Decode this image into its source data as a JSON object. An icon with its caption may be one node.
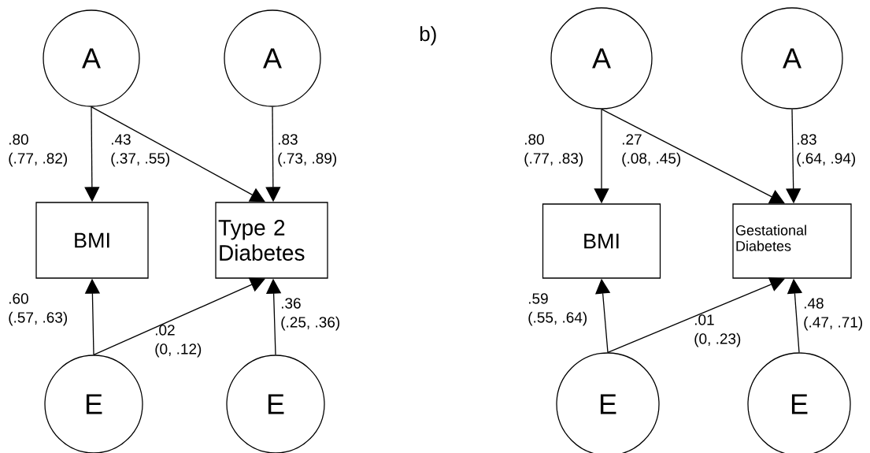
{
  "diagram": {
    "nodes": [
      {
        "text": [
          "A"
        ]
      },
      {
        "text": [
          "A"
        ]
      },
      {
        "text": [
          "BMI"
        ]
      },
      {
        "text": [
          "Type 2 Diabetes"
        ]
      },
      {
        "text": [
          "E"
        ]
      },
      {
        "text": [
          "E"
        ]
      },
      {
        "text": [
          "A"
        ]
      },
      {
        "text": [
          "A"
        ]
      },
      {
        "text": [
          "BMI"
        ]
      },
      {
        "text": [
          "Gestational Diabetes"
        ]
      },
      {
        "text": [
          "E"
        ]
      },
      {
        "text": [
          "E"
        ]
      }
    ],
    "edges": [
      {
        "from": 0,
        "to": 2,
        "arrow": "to",
        "label": ".80 (.77, .82)"
      },
      {
        "from": 0,
        "to": 3,
        "arrow": "to",
        "label": ".43 (.37, .55)"
      },
      {
        "from": 1,
        "to": 3,
        "arrow": "to",
        "label": ".83 (.73, .89)"
      },
      {
        "from": 4,
        "to": 2,
        "arrow": "to",
        "label": ".60 (.57, .63)"
      },
      {
        "from": 4,
        "to": 3,
        "arrow": "to",
        "label": ".02 (0, .12)"
      },
      {
        "from": 5,
        "to": 3,
        "arrow": "to",
        "label": ".36 (.25, .36)"
      },
      {
        "from": 6,
        "to": 8,
        "arrow": "to",
        "label": ".80 (.77, .83)"
      },
      {
        "from": 6,
        "to": 9,
        "arrow": "to",
        "label": ".27 (.08, .45)"
      },
      {
        "from": 7,
        "to": 9,
        "arrow": "to",
        "label": ".83 (.64, .94)"
      },
      {
        "from": 10,
        "to": 8,
        "arrow": "to",
        "label": ".59 (.55, .64)"
      },
      {
        "from": 10,
        "to": 9,
        "arrow": "to",
        "label": ".01 (0, .23)"
      },
      {
        "from": 11,
        "to": 9,
        "arrow": "to",
        "label": ".48 (.47, .71)"
      }
    ],
    "labels": [
      "b)"
    ]
  }
}
